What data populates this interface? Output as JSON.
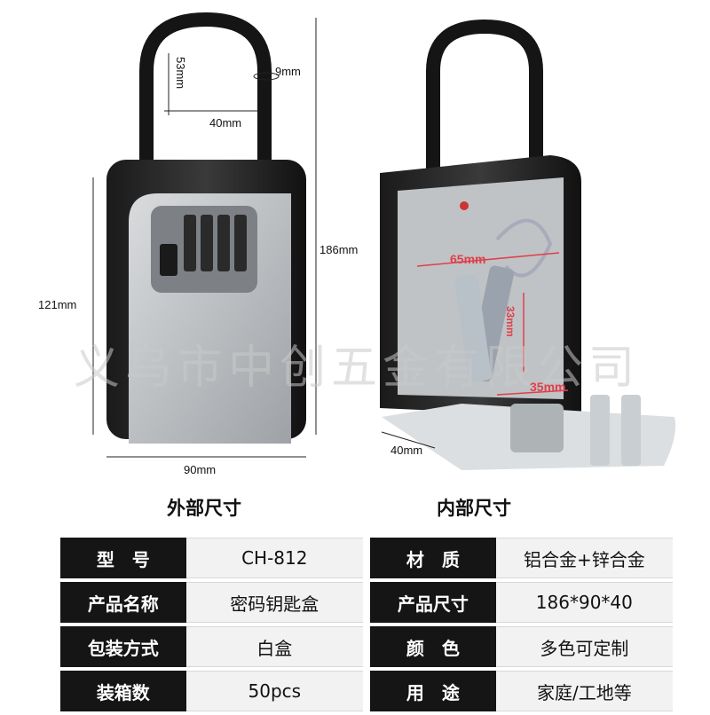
{
  "dimensions": {
    "shackle_height": "53mm",
    "shackle_width": "40mm",
    "shackle_diameter": "9mm",
    "total_height": "186mm",
    "body_height": "121mm",
    "width": "90mm",
    "inner_width": "65mm",
    "inner_key": "33mm",
    "inner_depth": "35mm",
    "depth": "40mm"
  },
  "captions": {
    "outer": "外部尺寸",
    "inner": "内部尺寸"
  },
  "watermark": "义乌市中创五金有限公司",
  "specs": [
    {
      "label": "型　号",
      "value": "CH-812",
      "label2": "材　质",
      "value2": "铝合金+锌合金"
    },
    {
      "label": "产品名称",
      "value": "密码钥匙盒",
      "label2": "产品尺寸",
      "value2": "186*90*40"
    },
    {
      "label": "包装方式",
      "value": "白盒",
      "label2": "颜　色",
      "value2": "多色可定制"
    },
    {
      "label": "装箱数",
      "value": "50pcs",
      "label2": "用　途",
      "value2": "家庭/工地等"
    }
  ]
}
